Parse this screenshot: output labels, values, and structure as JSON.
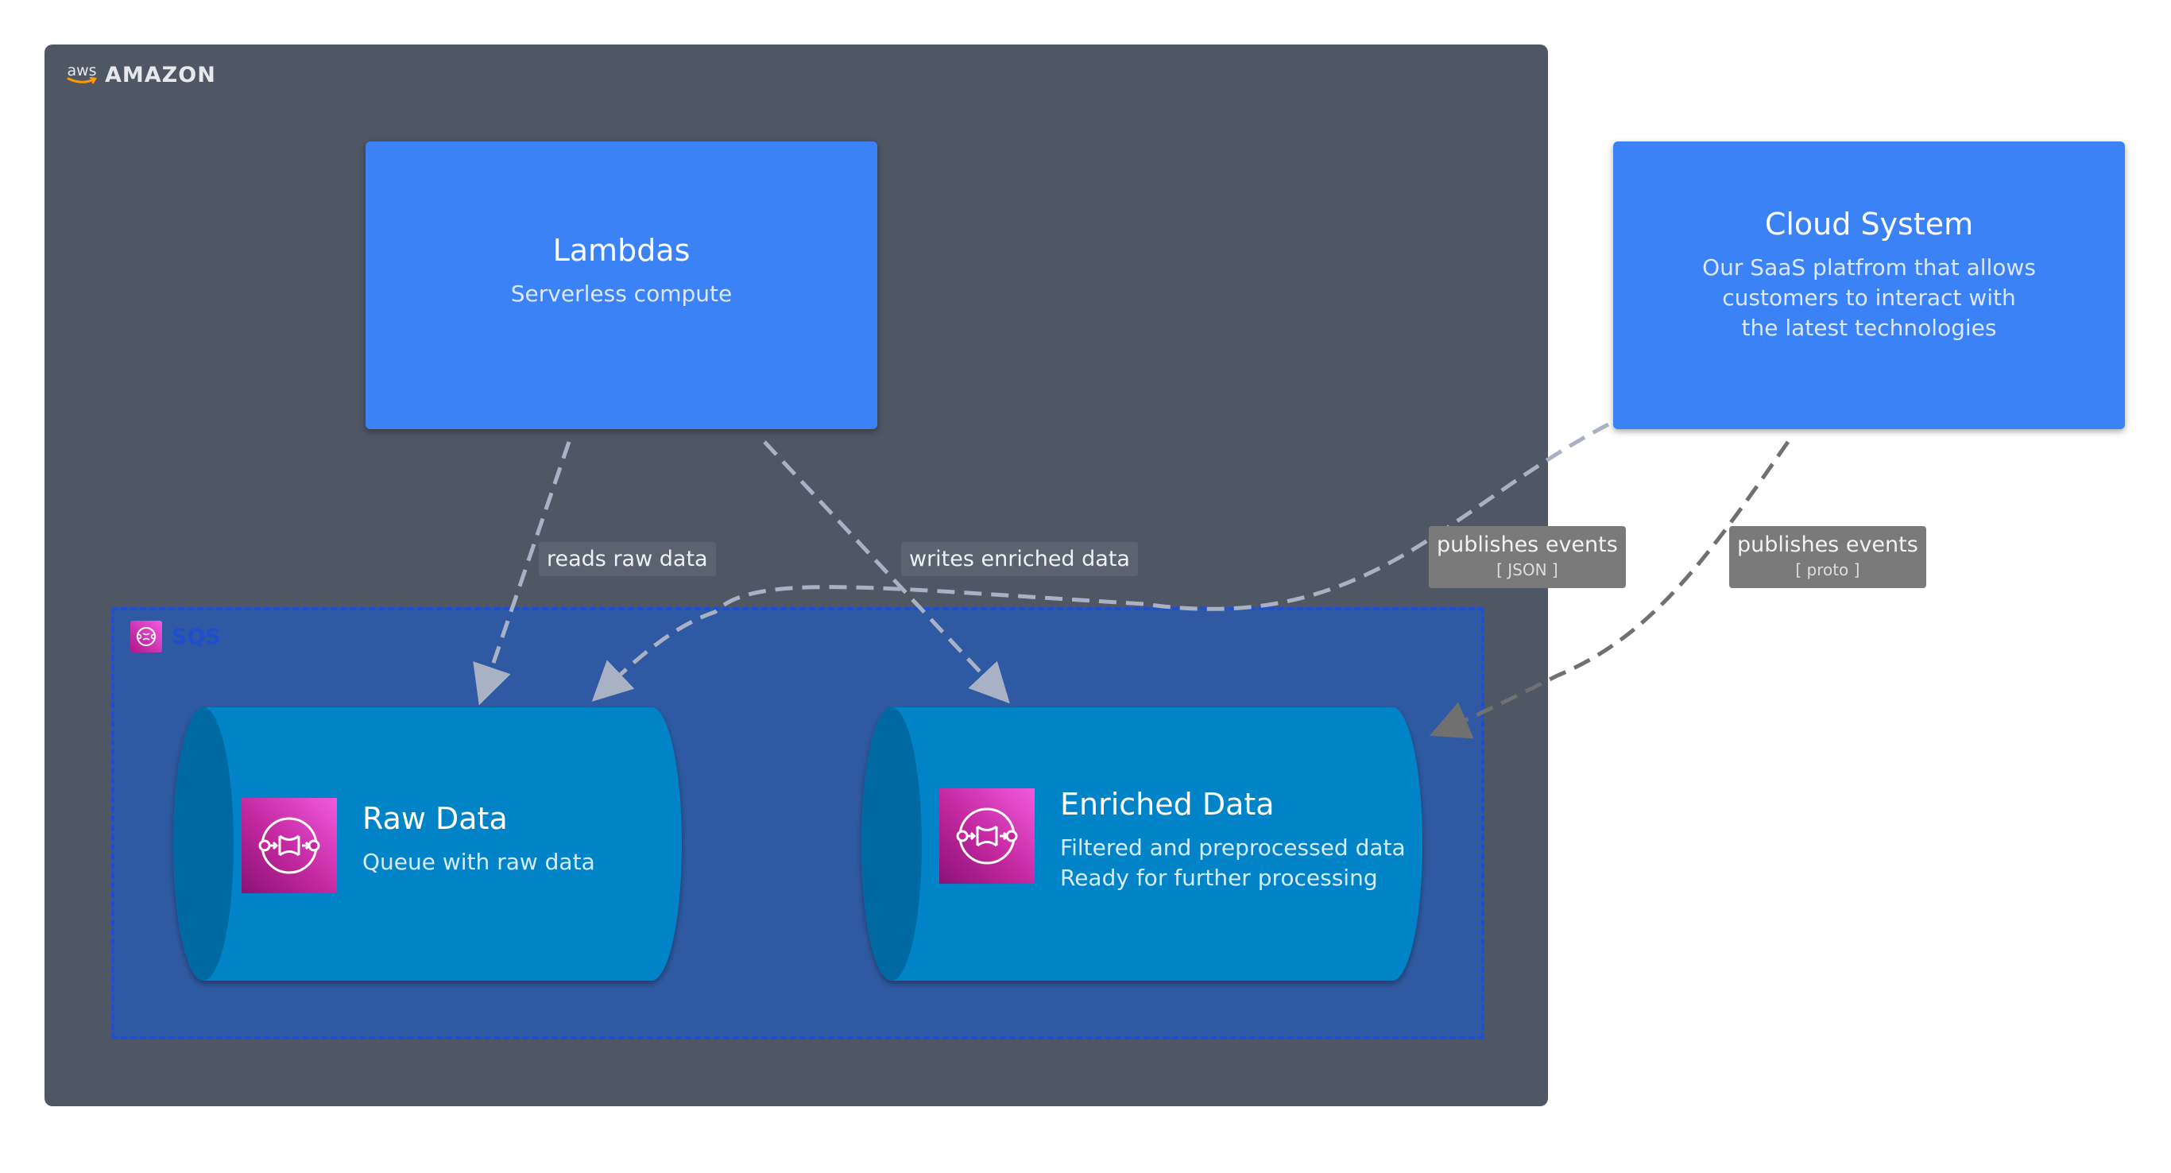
{
  "amazon": {
    "label": "AMAZON",
    "logo_text": "aws"
  },
  "sqs_group": {
    "label": "SQS"
  },
  "lambdas": {
    "title": "Lambdas",
    "description": "Serverless compute"
  },
  "cloud_system": {
    "title": "Cloud System",
    "description": "Our SaaS platfrom that allows\ncustomers to interact with\nthe latest technologies"
  },
  "raw_data": {
    "title": "Raw Data",
    "description": "Queue with raw data"
  },
  "enriched_data": {
    "title": "Enriched Data",
    "description": "Filtered and preprocessed data\nReady for further processing"
  },
  "edges": {
    "reads_raw": {
      "label": "reads raw data"
    },
    "writes_enriched": {
      "label": "writes enriched data"
    },
    "publishes_json": {
      "label": "publishes events",
      "technology": "[ JSON ]"
    },
    "publishes_proto": {
      "label": "publishes events",
      "technology": "[ proto ]"
    }
  },
  "colors": {
    "amazon_bg": "#4f5664",
    "sqs_bg": "#2f5aa3",
    "sqs_border": "#1f4fd0",
    "system_box": "#3b82f6",
    "queue": "#0284c7",
    "queue_dark": "#0369a1",
    "edge_internal": "#a9b1c4",
    "edge_external": "#707070"
  }
}
